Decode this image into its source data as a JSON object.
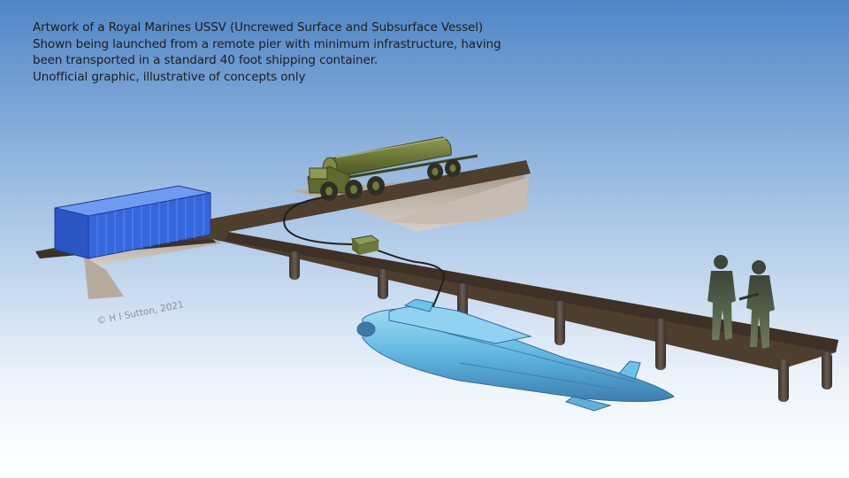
{
  "caption": {
    "line1": "Artwork of a Royal Marines USSV (Uncrewed Surface and Subsurface Vessel)",
    "line2": "Shown being launched from a remote pier with minimum infrastructure, having",
    "line3": "been transported in a standard 40 foot shipping container.",
    "line4": "Unofficial graphic, illustrative of concepts only"
  },
  "credit": "© H I Sutton, 2021",
  "colors": {
    "sky_top": "#4f86c6",
    "sky_bottom": "#ffffff",
    "pier_deck": "#4e3e2e",
    "shore": "#b9aea4",
    "container": "#2f5fd6",
    "truck": "#6f7a3a",
    "vessel": "#6cc2e8",
    "figures": "#4d5645"
  }
}
